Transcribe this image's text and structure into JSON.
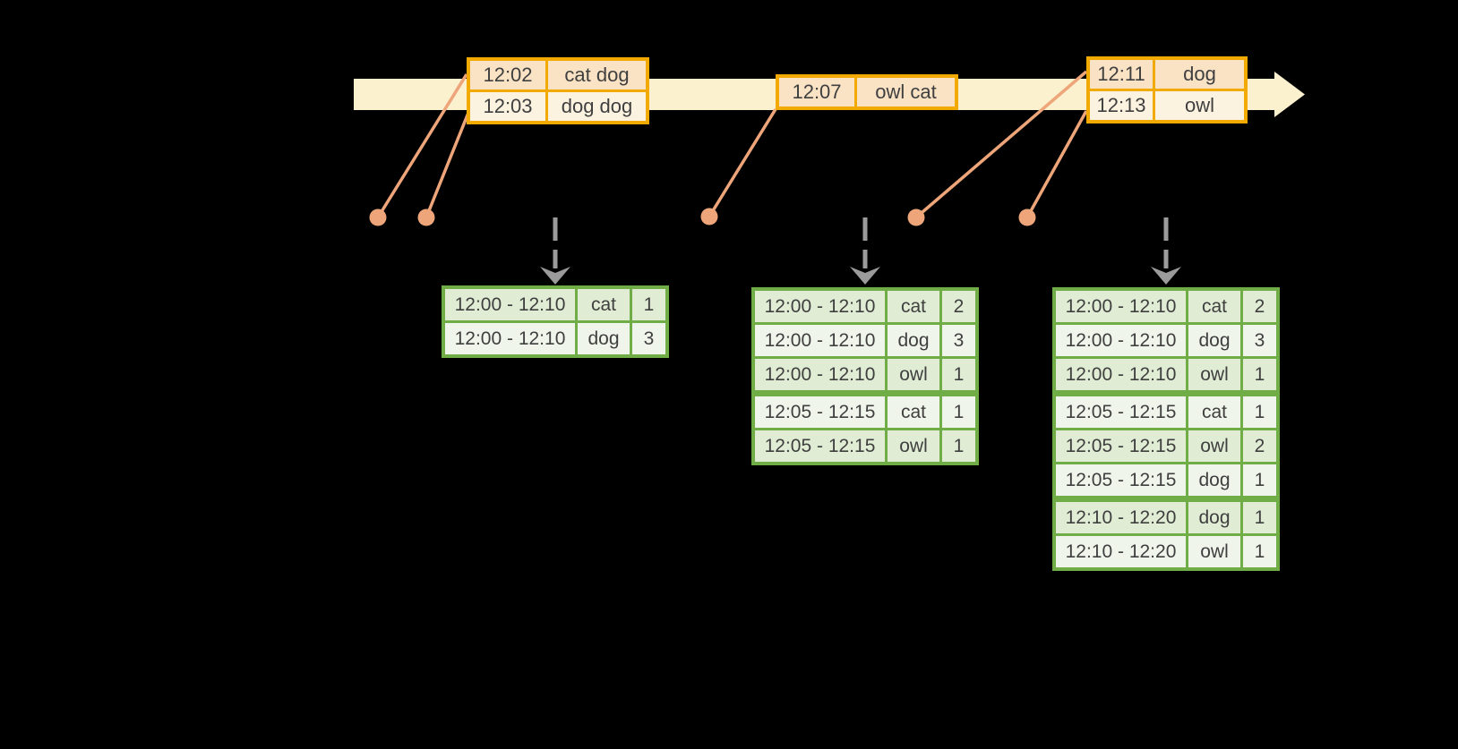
{
  "colors": {
    "canvas_background": "#000000",
    "timeline_fill": "#FBF1CE",
    "orange_border": "#F2A900",
    "orange_row_dark": "#FAE3C5",
    "orange_row_light": "#FCF2E0",
    "connector": "#EDA579",
    "arrow_gray": "#9B9B9B",
    "green_border": "#70AD47",
    "green_row_dark": "#E0ECD4",
    "green_row_light": "#F0F5EC",
    "text": "#3F3F3F"
  },
  "timeline": {
    "event_tables": [
      {
        "name": "events-batch-1",
        "rows": [
          {
            "time": "12:02",
            "words": "cat dog"
          },
          {
            "time": "12:03",
            "words": "dog dog"
          }
        ]
      },
      {
        "name": "events-batch-2",
        "rows": [
          {
            "time": "12:07",
            "words": "owl cat"
          }
        ]
      },
      {
        "name": "events-batch-3",
        "rows": [
          {
            "time": "12:11",
            "words": "dog"
          },
          {
            "time": "12:13",
            "words": "owl"
          }
        ]
      }
    ]
  },
  "result_tables": [
    {
      "name": "result-table-1",
      "rows": [
        {
          "window": "12:00 - 12:10",
          "word": "cat",
          "count": "1"
        },
        {
          "window": "12:00 - 12:10",
          "word": "dog",
          "count": "3"
        }
      ]
    },
    {
      "name": "result-table-2",
      "rows": [
        {
          "window": "12:00 - 12:10",
          "word": "cat",
          "count": "2"
        },
        {
          "window": "12:00 - 12:10",
          "word": "dog",
          "count": "3"
        },
        {
          "window": "12:00 - 12:10",
          "word": "owl",
          "count": "1"
        },
        {
          "window": "12:05 - 12:15",
          "word": "cat",
          "count": "1"
        },
        {
          "window": "12:05 - 12:15",
          "word": "owl",
          "count": "1"
        }
      ]
    },
    {
      "name": "result-table-3",
      "rows": [
        {
          "window": "12:00 - 12:10",
          "word": "cat",
          "count": "2"
        },
        {
          "window": "12:00 - 12:10",
          "word": "dog",
          "count": "3"
        },
        {
          "window": "12:00 - 12:10",
          "word": "owl",
          "count": "1"
        },
        {
          "window": "12:05 - 12:15",
          "word": "cat",
          "count": "1"
        },
        {
          "window": "12:05 - 12:15",
          "word": "owl",
          "count": "2"
        },
        {
          "window": "12:05 - 12:15",
          "word": "dog",
          "count": "1"
        },
        {
          "window": "12:10 - 12:20",
          "word": "dog",
          "count": "1"
        },
        {
          "window": "12:10 - 12:20",
          "word": "owl",
          "count": "1"
        }
      ]
    }
  ]
}
